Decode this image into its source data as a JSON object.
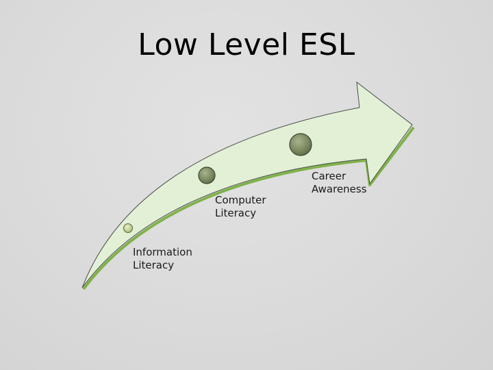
{
  "slide": {
    "title": "Low Level ESL",
    "background_color": "#dcdcdc"
  },
  "diagram": {
    "type": "ascending-arrow-process",
    "arrow_fill": "#e2f0d6",
    "arrow_edge": "#7fb24a",
    "node_color": "#7d8b62",
    "steps": [
      {
        "label_line1": "Information",
        "label_line2": "Literacy"
      },
      {
        "label_line1": "Computer",
        "label_line2": "Literacy"
      },
      {
        "label_line1": "Career",
        "label_line2": "Awareness"
      }
    ]
  }
}
